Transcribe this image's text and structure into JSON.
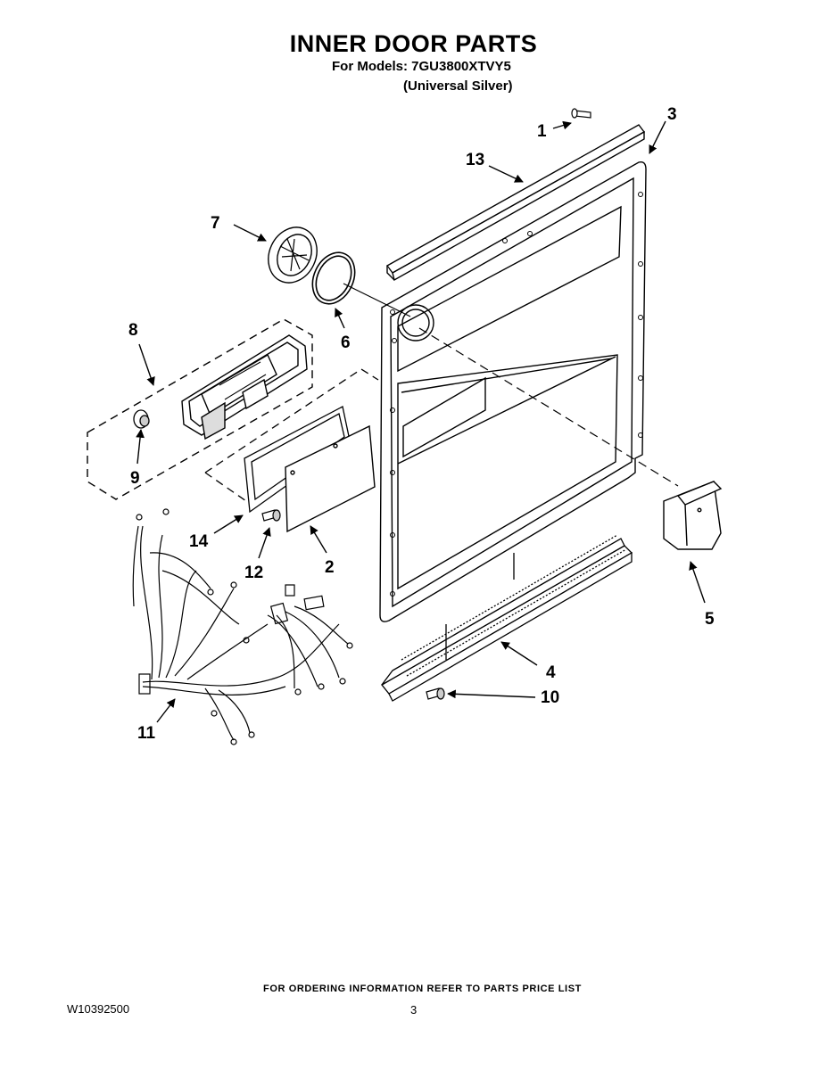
{
  "header": {
    "title": "INNER DOOR PARTS",
    "models_line": "For Models: 7GU3800XTVY5",
    "finish_line": "(Universal Silver)"
  },
  "callouts": {
    "c1": "1",
    "c2": "2",
    "c3": "3",
    "c4": "4",
    "c5": "5",
    "c6": "6",
    "c7": "7",
    "c8": "8",
    "c9": "9",
    "c10": "10",
    "c11": "11",
    "c12": "12",
    "c13": "13",
    "c14": "14"
  },
  "footer": {
    "ordering_note": "FOR ORDERING INFORMATION REFER TO PARTS PRICE LIST",
    "document_number": "W10392500",
    "page_number": "3"
  }
}
